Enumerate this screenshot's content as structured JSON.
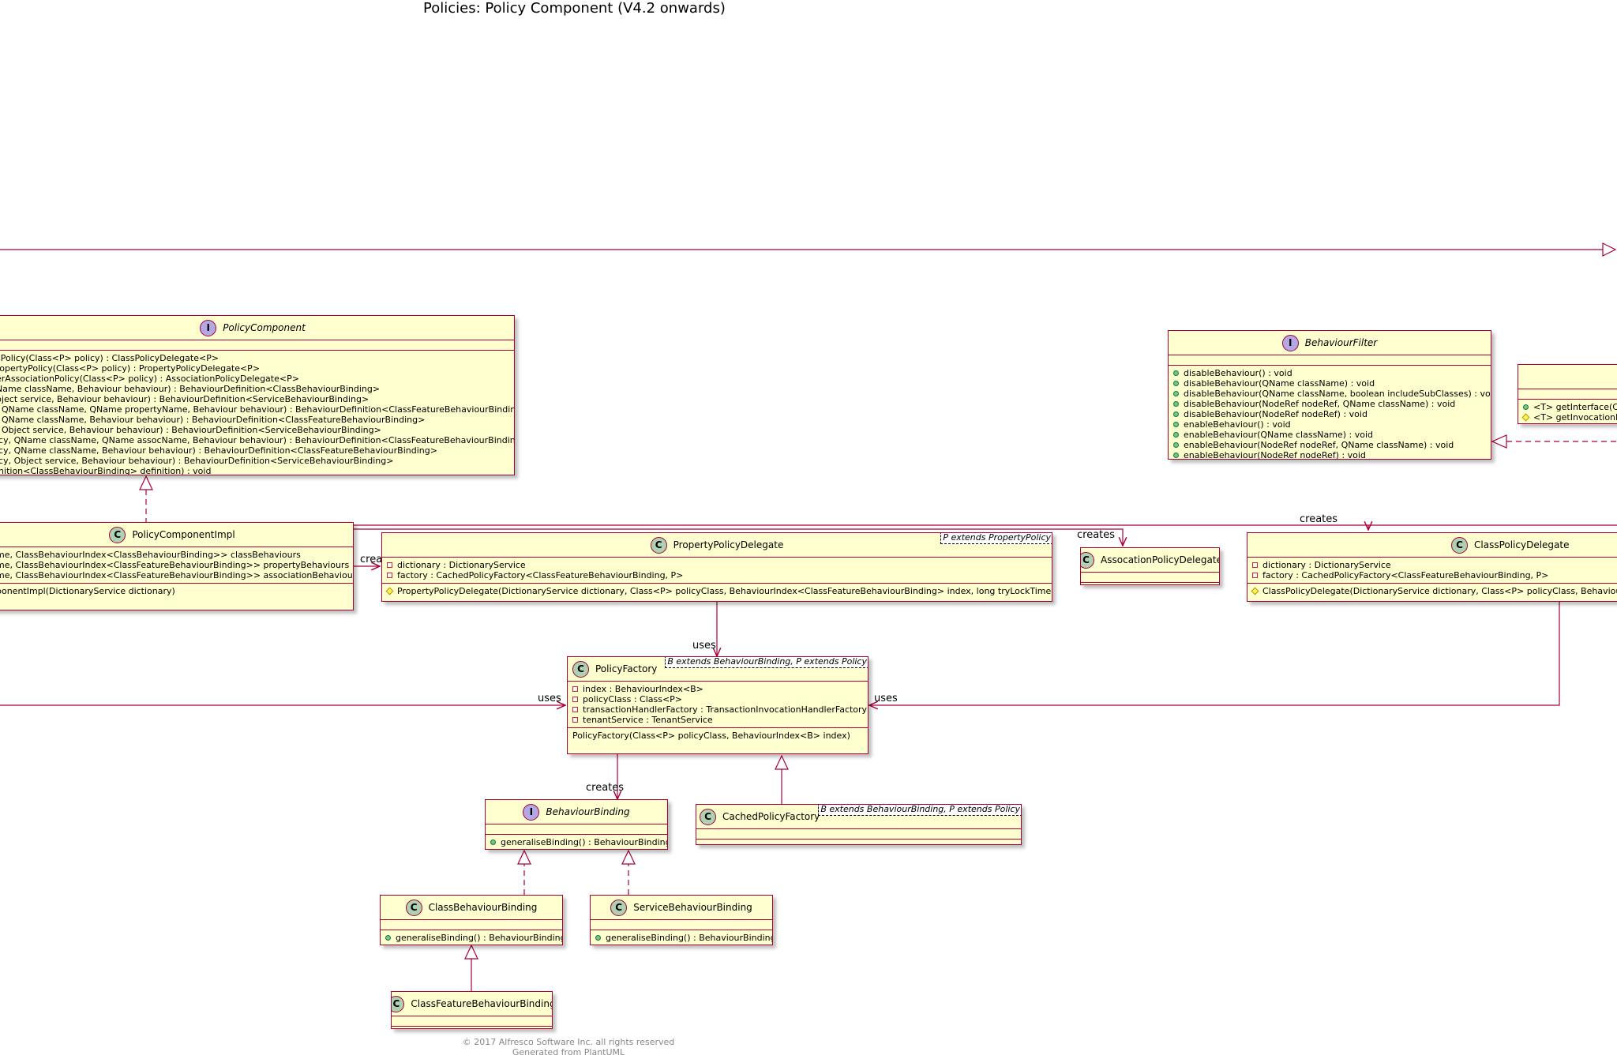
{
  "title": "Policies: Policy Component (V4.2 onwards)",
  "footer": {
    "line1": "© 2017 Alfresco Software Inc. all rights reserved",
    "line2": "Generated from PlantUML"
  },
  "colors": {
    "class_fill": "#FEFECE",
    "class_border": "#A80036",
    "class_badge": "#ADD1B2",
    "interface_badge": "#B4A7E5",
    "edge": "#A80036"
  },
  "edge_labels": {
    "creates_top": "creates",
    "creates_left": "creates",
    "creates_assoc": "creates",
    "uses_delegate": "uses",
    "uses_left": "uses",
    "uses_right": "uses",
    "creates_binding": "creates"
  },
  "classes": {
    "policy_component": {
      "kind": "I",
      "name": "PolicyComponent",
      "methods": [
        "sPolicy(Class<P> policy) : ClassPolicyDelegate<P>",
        "ropertyPolicy(Class<P> policy) : PropertyPolicyDelegate<P>",
        "erAssociationPolicy(Class<P> policy) : AssociationPolicyDelegate<P>",
        "Name className, Behaviour behaviour) : BehaviourDefinition<ClassBehaviourBinding>",
        "bject service, Behaviour behaviour) : BehaviourDefinition<ServiceBehaviourBinding>",
        ", QName className, QName propertyName, Behaviour behaviour) : BehaviourDefinition<ClassFeatureBehaviourBinding>",
        ", QName className, Behaviour behaviour) : BehaviourDefinition<ClassFeatureBehaviourBinding>",
        ", Object service, Behaviour behaviour) : BehaviourDefinition<ServiceBehaviourBinding>",
        "icy, QName className, QName assocName, Behaviour behaviour) : BehaviourDefinition<ClassFeatureBehaviourBinding>",
        "icy, QName className, Behaviour behaviour) : BehaviourDefinition<ClassFeatureBehaviourBinding>",
        "icy, Object service, Behaviour behaviour) : BehaviourDefinition<ServiceBehaviourBinding>",
        "inition<ClassBehaviourBinding> definition) : void"
      ]
    },
    "behaviour_filter": {
      "kind": "I",
      "name": "BehaviourFilter",
      "methods": [
        "disableBehaviour() : void",
        "disableBehaviour(QName className) : void",
        "disableBehaviour(QName className, boolean includeSubClasses) : void",
        "disableBehaviour(NodeRef nodeRef, QName className) : void",
        "disableBehaviour(NodeRef nodeRef) : void",
        "enableBehaviour() : void",
        "enableBehaviour(QName className) : void",
        "enableBehaviour(NodeRef nodeRef, QName className) : void",
        "enableBehaviour(NodeRef nodeRef) : void"
      ]
    },
    "right_partial": {
      "methods": [
        "<T> getInterface(C",
        "<T> getInvocationH"
      ]
    },
    "policy_component_impl": {
      "kind": "C",
      "name": "PolicyComponentImpl",
      "fields": [
        "me, ClassBehaviourIndex<ClassBehaviourBinding>> classBehaviours",
        "me, ClassBehaviourIndex<ClassFeatureBehaviourBinding>> propertyBehaviours",
        "me, ClassBehaviourIndex<ClassFeatureBehaviourBinding>> associationBehaviours"
      ],
      "methods": [
        "ponentImpl(DictionaryService dictionary)"
      ]
    },
    "property_policy_delegate": {
      "kind": "C",
      "name": "PropertyPolicyDelegate",
      "generic": "P extends PropertyPolicy",
      "fields": [
        "dictionary : DictionaryService",
        "factory : CachedPolicyFactory<ClassFeatureBehaviourBinding, P>"
      ],
      "methods": [
        "PropertyPolicyDelegate(DictionaryService dictionary, Class<P> policyClass, BehaviourIndex<ClassFeatureBehaviourBinding> index, long tryLockTimeout)"
      ]
    },
    "assocation_policy_delegate": {
      "kind": "C",
      "name": "AssocationPolicyDelegate"
    },
    "class_policy_delegate": {
      "kind": "C",
      "name": "ClassPolicyDelegate",
      "fields": [
        "dictionary : DictionaryService",
        "factory : CachedPolicyFactory<ClassFeatureBehaviourBinding, P>"
      ],
      "methods": [
        "ClassPolicyDelegate(DictionaryService dictionary, Class<P> policyClass, BehaviourIn"
      ]
    },
    "policy_factory": {
      "kind": "C",
      "name": "PolicyFactory",
      "generic": "B extends BehaviourBinding, P extends Policy",
      "fields": [
        "index : BehaviourIndex<B>",
        "policyClass : Class<P>",
        "transactionHandlerFactory : TransactionInvocationHandlerFactory",
        "tenantService : TenantService"
      ],
      "methods": [
        "PolicyFactory(Class<P> policyClass, BehaviourIndex<B> index)"
      ]
    },
    "behaviour_binding": {
      "kind": "I",
      "name": "BehaviourBinding",
      "methods": [
        "generaliseBinding() : BehaviourBinding"
      ]
    },
    "cached_policy_factory": {
      "kind": "C",
      "name": "CachedPolicyFactory",
      "generic": "B extends BehaviourBinding, P extends Policy"
    },
    "class_behaviour_binding": {
      "kind": "C",
      "name": "ClassBehaviourBinding",
      "methods": [
        "generaliseBinding() : BehaviourBinding"
      ]
    },
    "service_behaviour_binding": {
      "kind": "C",
      "name": "ServiceBehaviourBinding",
      "methods": [
        "generaliseBinding() : BehaviourBinding"
      ]
    },
    "class_feature_behaviour_binding": {
      "kind": "C",
      "name": "ClassFeatureBehaviourBinding"
    }
  }
}
